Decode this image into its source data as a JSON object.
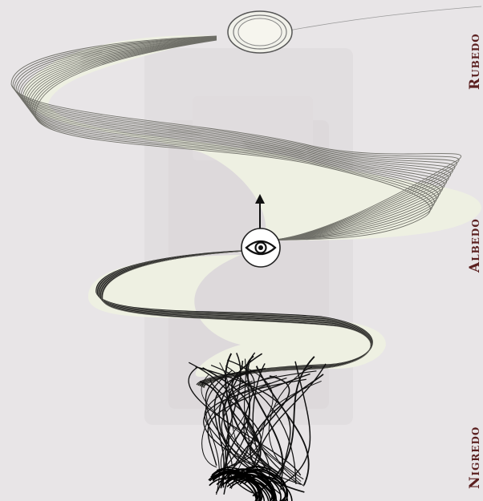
{
  "stages": {
    "rubedo": "Rubedo",
    "albedo": "Albedo",
    "nigredo": "Nigredo"
  },
  "icons": {
    "eye": "eye-icon",
    "arrow": "arrow-up-icon",
    "disc": "sun-disc-icon"
  },
  "colors": {
    "background": "#e8e5e7",
    "ribbon_fill": "#eef0e2",
    "ribbon_stroke": "#6f6f68",
    "dark_stroke": "#111111",
    "label": "#5a1f1f"
  }
}
